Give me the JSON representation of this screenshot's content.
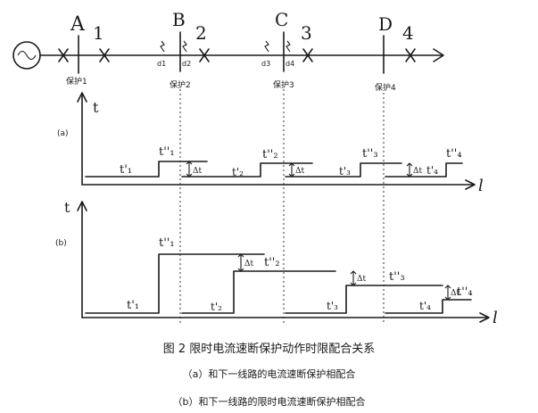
{
  "line_diagram": {
    "buses": [
      "A",
      "B",
      "C",
      "D"
    ],
    "line_numbers": [
      "1",
      "2",
      "3",
      "4"
    ],
    "fault_points": [
      "d1",
      "d2",
      "d3",
      "d4"
    ],
    "protections": [
      "保护1",
      "保护2",
      "保护3",
      "保护4"
    ]
  },
  "panel_a": {
    "label": "(a)",
    "y_axis": "t",
    "x_axis": "l",
    "t_labels": [
      "t'₁",
      "t''₁",
      "t'₂",
      "t''₂",
      "t'₃",
      "t''₃",
      "t'₄",
      "t''₄"
    ],
    "delta_labels": [
      "Δt",
      "Δt",
      "Δt"
    ]
  },
  "panel_b": {
    "label": "(b)",
    "y_axis": "t",
    "x_axis": "l",
    "t_labels": [
      "t'₁",
      "t''₁",
      "t'₂",
      "t''₂",
      "t'₃",
      "t''₃",
      "t'₄",
      "t''₄"
    ],
    "delta_labels": [
      "Δt",
      "Δt",
      "Δt"
    ]
  },
  "caption": {
    "title": "图 2  限时电流速断保护动作时限配合关系",
    "line_a": "（a）和下一线路的电流速断保护相配合",
    "line_b": "（b）和下一线路的限时电流速断保护相配合"
  }
}
